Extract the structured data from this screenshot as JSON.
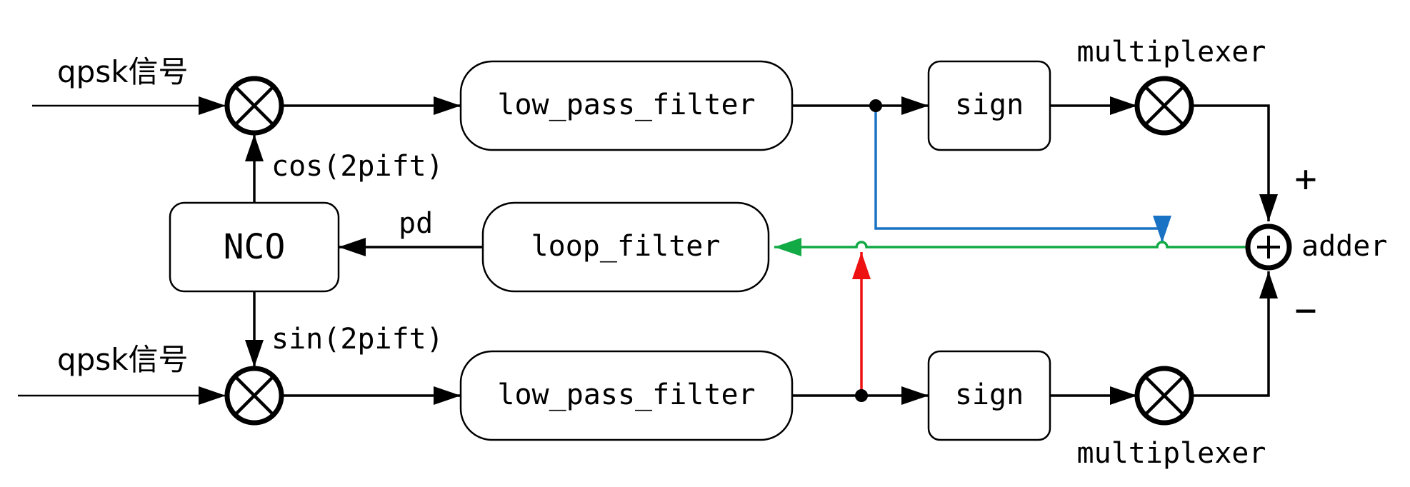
{
  "blocks": {
    "lpf_top": "low_pass_filter",
    "lpf_bottom": "low_pass_filter",
    "loop_filter": "loop_filter",
    "nco": "NCO",
    "sign_top": "sign",
    "sign_bottom": "sign"
  },
  "labels": {
    "input_top": "qpsk信号",
    "input_bottom": "qpsk信号",
    "cos": "cos(2pift)",
    "sin": "sin(2pift)",
    "pd": "pd",
    "mux_top": "multiplexer",
    "mux_bottom": "multiplexer",
    "adder": "adder",
    "plus": "+",
    "minus": "−"
  },
  "colors": {
    "red_path": "#ee1111",
    "blue_path": "#1a72c4",
    "green_path": "#11aa44",
    "black": "#000000"
  }
}
